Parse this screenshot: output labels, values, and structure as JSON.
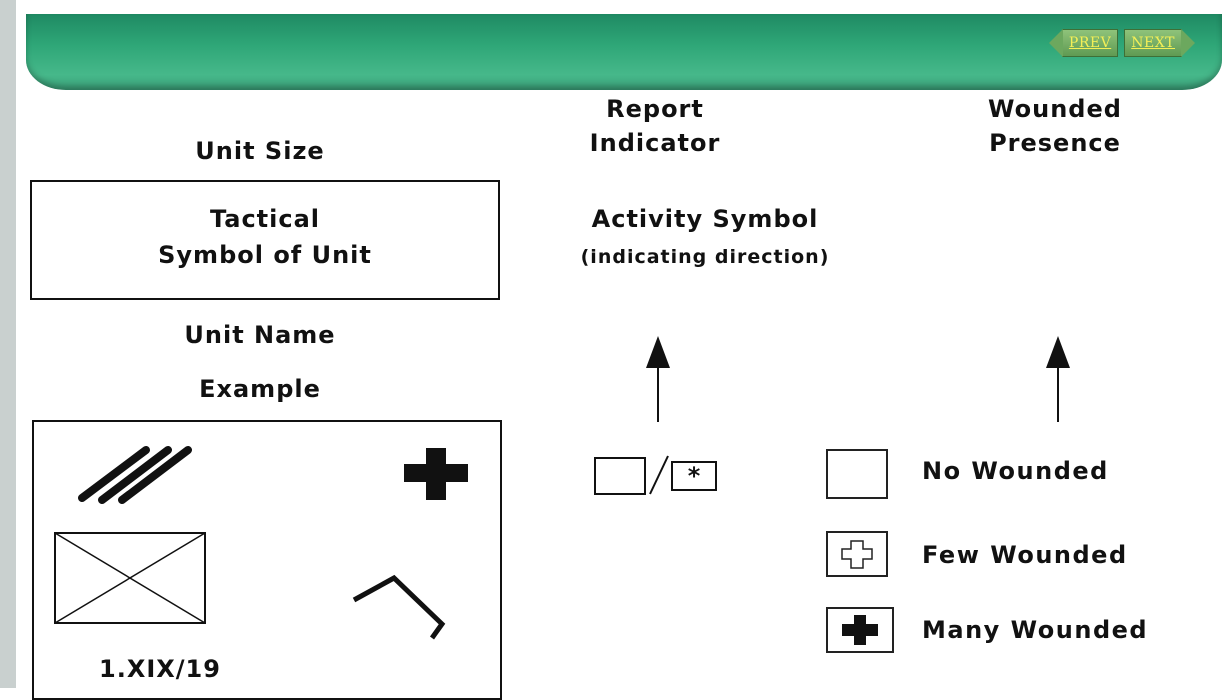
{
  "nav": {
    "prev_label": "PREV",
    "next_label": "NEXT"
  },
  "headings": {
    "unit_size": "Unit Size",
    "report_indicator_line1": "Report",
    "report_indicator_line2": "Indicator",
    "wounded_presence_line1": "Wounded",
    "wounded_presence_line2": "Presence"
  },
  "tactical_symbol": {
    "line1": "Tactical",
    "line2": "Symbol of Unit"
  },
  "activity_symbol": {
    "line1": "Activity Symbol",
    "line2": "(indicating direction)"
  },
  "unit_name": "Unit Name",
  "example": {
    "heading": "Example",
    "unit_label": "1.XIX/19"
  },
  "wounded_legend": [
    {
      "label": "No Wounded",
      "icon": "empty-box-icon"
    },
    {
      "label": "Few Wounded",
      "icon": "outline-cross-icon"
    },
    {
      "label": "Many Wounded",
      "icon": "filled-cross-icon"
    }
  ],
  "colors": {
    "banner": "#2ea677",
    "nav_text": "#f3ef57"
  }
}
